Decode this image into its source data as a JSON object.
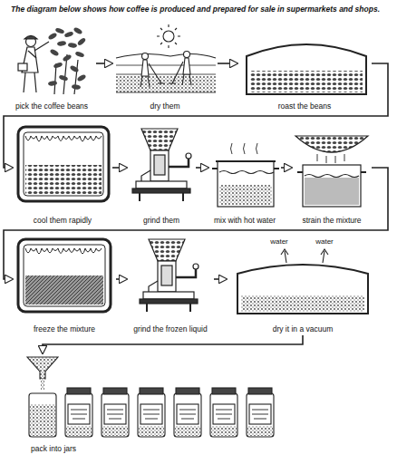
{
  "diagram": {
    "title": "The diagram below shows how coffee is produced and prepared for sale in supermarkets and shops.",
    "nodes": [
      {
        "text": [
          "pick the coffee beans"
        ]
      },
      {
        "text": [
          "dry them"
        ]
      },
      {
        "text": [
          "roast the beans"
        ]
      },
      {
        "text": [
          "cool them rapidly"
        ]
      },
      {
        "text": [
          "grind them"
        ]
      },
      {
        "text": [
          "mix with hot water"
        ]
      },
      {
        "text": [
          "strain the mixture"
        ]
      },
      {
        "text": [
          "freeze the mixture"
        ]
      },
      {
        "text": [
          "grind the frozen liquid"
        ]
      },
      {
        "text": [
          "dry it in a vacuum"
        ]
      },
      {
        "text": [
          "pack into jars"
        ]
      }
    ],
    "edges": [
      {
        "from": 0,
        "to": 1,
        "arrow": "to"
      },
      {
        "from": 1,
        "to": 2,
        "arrow": "to"
      },
      {
        "from": 2,
        "to": 3,
        "arrow": "to"
      },
      {
        "from": 3,
        "to": 4,
        "arrow": "to"
      },
      {
        "from": 4,
        "to": 5,
        "arrow": "to"
      },
      {
        "from": 5,
        "to": 6,
        "arrow": "to"
      },
      {
        "from": 6,
        "to": 7,
        "arrow": "to"
      },
      {
        "from": 7,
        "to": 8,
        "arrow": "to"
      },
      {
        "from": 8,
        "to": 9,
        "arrow": "to"
      },
      {
        "from": 9,
        "to": 10,
        "arrow": "to"
      }
    ],
    "labels": [
      "water",
      "water"
    ]
  }
}
